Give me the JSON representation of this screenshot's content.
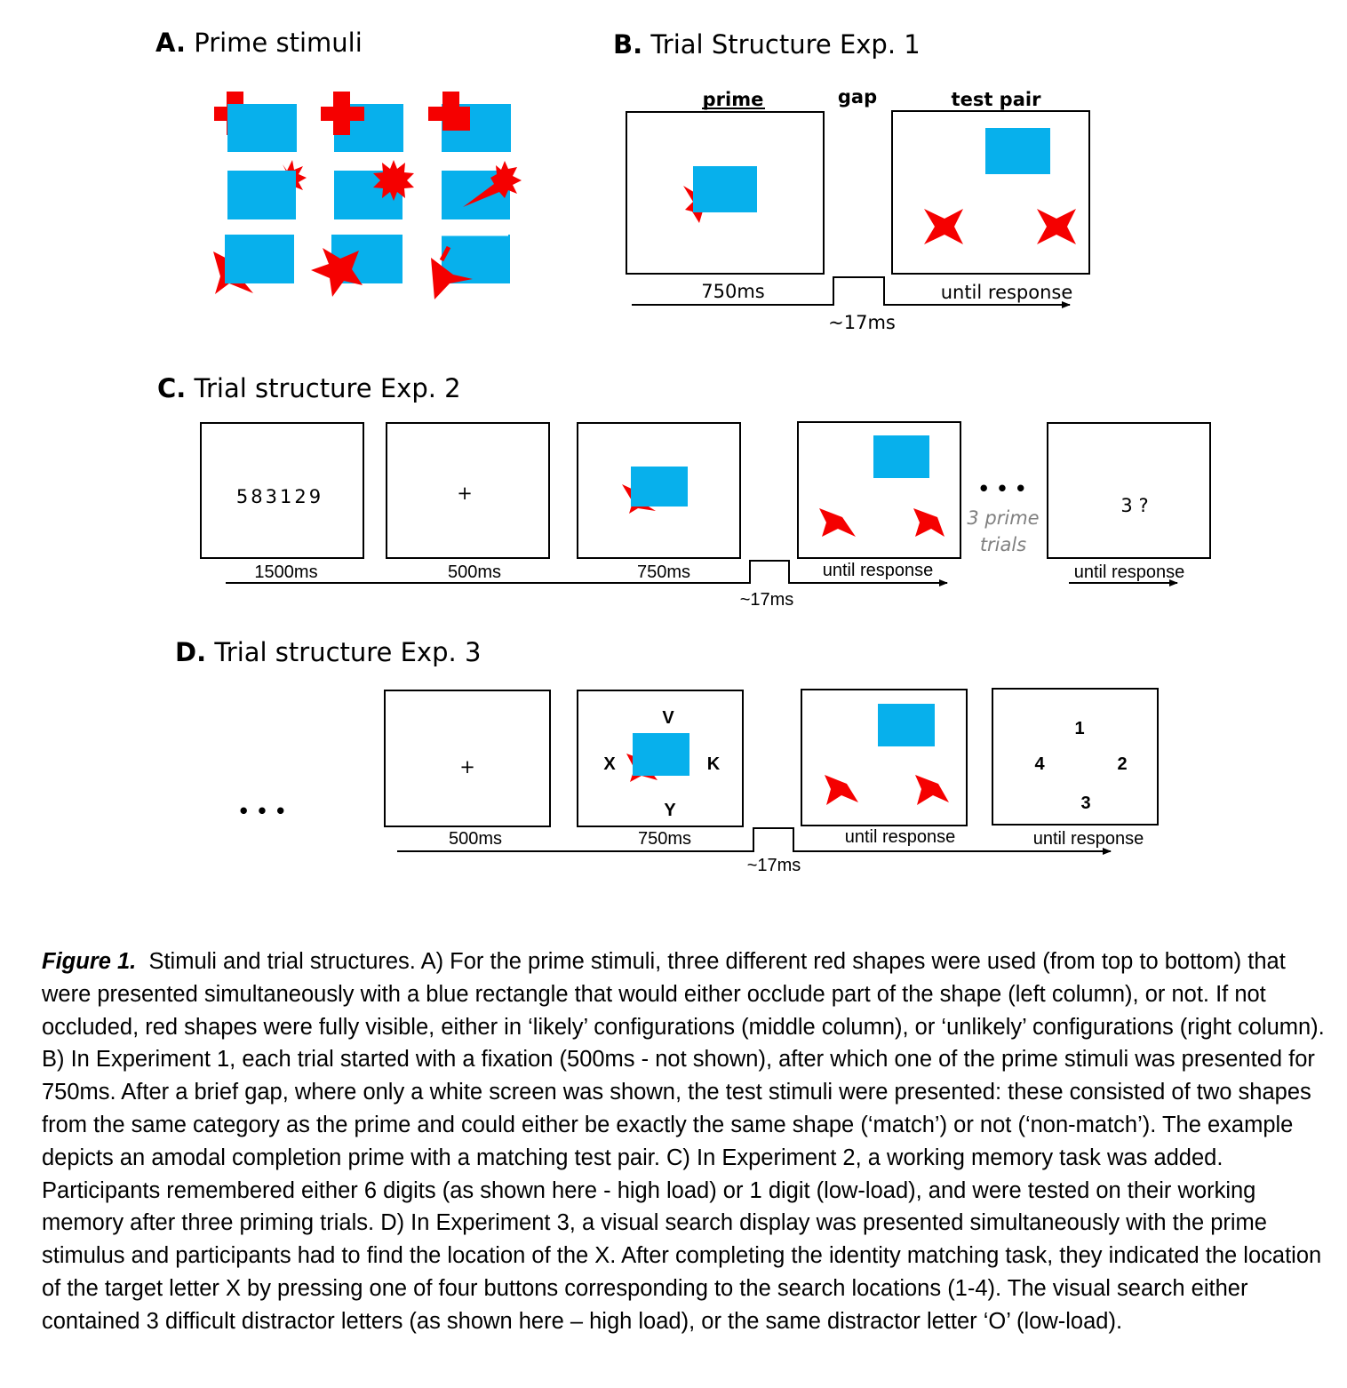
{
  "colors": {
    "shape_red": "#f50000",
    "rect_blue": "#07b0ec"
  },
  "panel_a": {
    "letter": "A.",
    "title": "Prime stimuli"
  },
  "panel_b": {
    "letter": "B.",
    "title": "Trial Structure Exp. 1",
    "prime_label": "prime",
    "gap_label": "gap",
    "test_label": "test pair",
    "prime_time": "750ms",
    "gap_time": "~17ms",
    "test_time": "until response"
  },
  "panel_c": {
    "letter": "C.",
    "title": "Trial structure Exp. 2",
    "digits": "583129",
    "fixation": "+",
    "times": [
      "1500ms",
      "500ms",
      "750ms",
      "~17ms",
      "until response",
      "until response"
    ],
    "ellipsis": "• • •",
    "prime_trials_line1": "3 prime",
    "prime_trials_line2": "trials",
    "question": "3 ?"
  },
  "panel_d": {
    "letter": "D.",
    "title": "Trial structure Exp. 3",
    "ellipsis": "• • •",
    "fixation": "+",
    "letters": {
      "top": "V",
      "left": "X",
      "right": "K",
      "bottom": "Y"
    },
    "numbers": {
      "top": "1",
      "right": "2",
      "bottom": "3",
      "left": "4"
    },
    "times": [
      "500ms",
      "750ms",
      "~17ms",
      "until response",
      "until response"
    ]
  },
  "caption": {
    "label": "Figure 1.",
    "text": "Stimuli and trial structures. A) For the prime stimuli, three different red shapes were used (from top to bottom) that were presented simultaneously with a blue rectangle that would either occlude part of the shape (left column), or not. If not occluded, red shapes were fully visible, either in ‘likely’ configurations (middle column), or ‘unlikely’ configurations (right column). B) In Experiment 1, each trial started with a fixation (500ms - not shown), after which one of the prime stimuli was presented for 750ms. After a brief gap, where only a white screen was shown, the test stimuli were presented: these consisted of two shapes from the same category as the prime and could either be exactly the same shape (‘match’) or not (‘non-match’). The example depicts an amodal completion prime with a matching test pair. C) In Experiment 2, a working memory task was added. Participants remembered either 6 digits (as shown here - high load) or 1 digit (low-load), and were tested on their working memory after three priming trials. D) In Experiment 3, a visual search display was presented simultaneously with the prime stimulus and participants had to find the location of the X. After completing the identity matching task, they indicated the location of the target letter X by pressing one of four buttons corresponding to the search locations (1-4). The visual search either contained 3 difficult distractor letters (as shown here – high load), or the same distractor letter ‘O’ (low-load)."
  }
}
